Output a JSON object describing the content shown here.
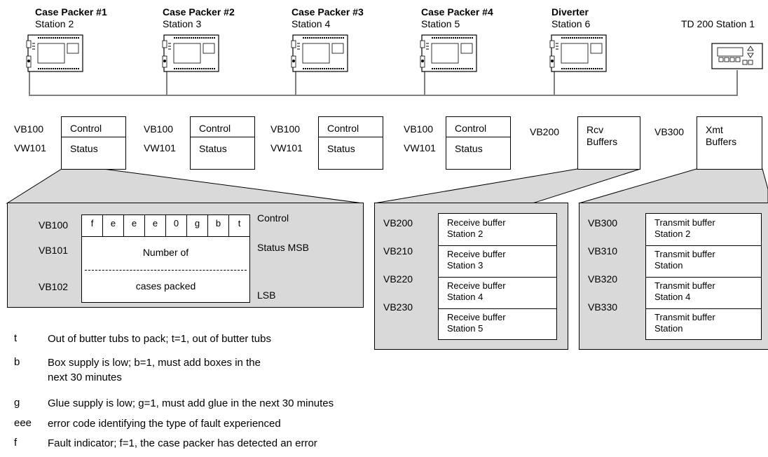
{
  "stations": [
    {
      "name": "Case Packer #1",
      "station": "Station 2"
    },
    {
      "name": "Case Packer #2",
      "station": "Station 3"
    },
    {
      "name": "Case Packer #3",
      "station": "Station 4"
    },
    {
      "name": "Case Packer #4",
      "station": "Station 5"
    },
    {
      "name": "Diverter",
      "station": "Station 6"
    }
  ],
  "td200": "TD 200 Station 1",
  "memory": [
    {
      "addr1": "VB100",
      "addr2": "VW101",
      "box1": "Control",
      "box2": "Status"
    },
    {
      "addr1": "VB100",
      "addr2": "VW101",
      "box1": "Control",
      "box2": "Status"
    },
    {
      "addr1": "VB100",
      "addr2": "VW101",
      "box1": "Control",
      "box2": "Status"
    },
    {
      "addr1": "VB100",
      "addr2": "VW101",
      "box1": "Control",
      "box2": "Status"
    }
  ],
  "rcv": {
    "addr": "VB200",
    "line1": "Rcv",
    "line2": "Buffers"
  },
  "xmt": {
    "addr": "VB300",
    "line1": "Xmt",
    "line2": "Buffers"
  },
  "detail": {
    "rows": [
      {
        "addr": "VB100",
        "side": "Control"
      },
      {
        "addr": "VB101",
        "side": "Status MSB"
      },
      {
        "addr": "VB102",
        "side": "LSB"
      }
    ],
    "bits": [
      "f",
      "e",
      "e",
      "e",
      "0",
      "g",
      "b",
      "t"
    ],
    "number_of": "Number of",
    "cases_packed": "cases packed"
  },
  "receive_buffers": [
    {
      "addr": "VB200",
      "line1": "Receive buffer",
      "line2": "Station 2"
    },
    {
      "addr": "VB210",
      "line1": "Receive buffer",
      "line2": "Station 3"
    },
    {
      "addr": "VB220",
      "line1": "Receive buffer",
      "line2": "Station 4"
    },
    {
      "addr": "VB230",
      "line1": "Receive buffer",
      "line2": "Station 5"
    }
  ],
  "transmit_buffers": [
    {
      "addr": "VB300",
      "line1": "Transmit buffer",
      "line2": "Station 2"
    },
    {
      "addr": "VB310",
      "line1": "Transmit buffer",
      "line2": "Station"
    },
    {
      "addr": "VB320",
      "line1": "Transmit buffer",
      "line2": "Station 4"
    },
    {
      "addr": "VB330",
      "line1": "Transmit buffer",
      "line2": "Station"
    }
  ],
  "legend": [
    {
      "key": "t",
      "text": "Out of butter tubs to pack; t=1, out of butter tubs"
    },
    {
      "key": "b",
      "text": "Box supply is low; b=1, must add boxes in the",
      "text2": "next 30 minutes"
    },
    {
      "key": "g",
      "text": "Glue supply is low; g=1, must add glue in the next 30 minutes"
    },
    {
      "key": "eee",
      "text": "error code identifying the type of fault experienced"
    },
    {
      "key": "f",
      "text": "Fault indicator; f=1, the case packer has detected an error"
    }
  ]
}
